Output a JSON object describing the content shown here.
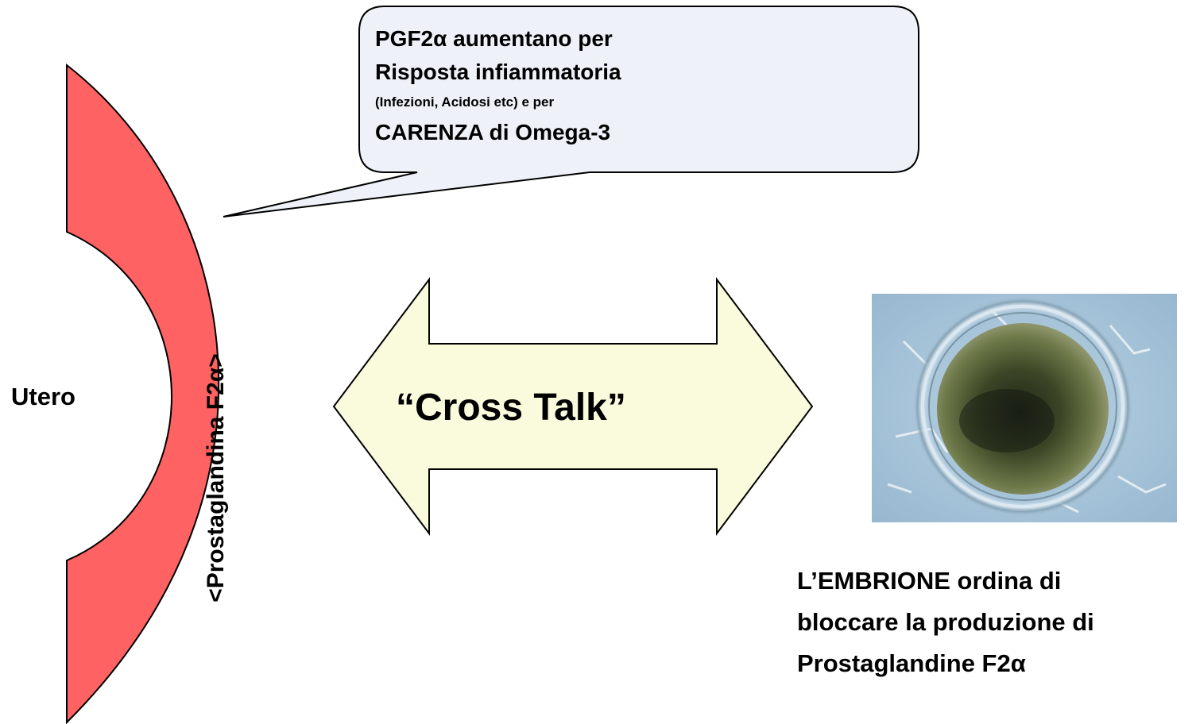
{
  "callout": {
    "line1": "PGF2α aumentano per",
    "line2": "Risposta infiammatoria",
    "line3": "(Infezioni, Acidosi etc) e per",
    "line4": "CARENZA di Omega-3"
  },
  "uterus": {
    "label": "Utero",
    "wall_label": "<Prostaglandina F2α>"
  },
  "arrow": {
    "label": "“Cross Talk”"
  },
  "embryo": {
    "caption_line1": "L’EMBRIONE ordina di",
    "caption_line2": "bloccare la produzione di",
    "caption_line3": "Prostaglandine F2α"
  },
  "colors": {
    "uterus_fill": "#ff6262",
    "callout_fill": "#eef2f8",
    "arrow_fill": "#fafadc",
    "photo_bg": "#a9c6dc"
  }
}
